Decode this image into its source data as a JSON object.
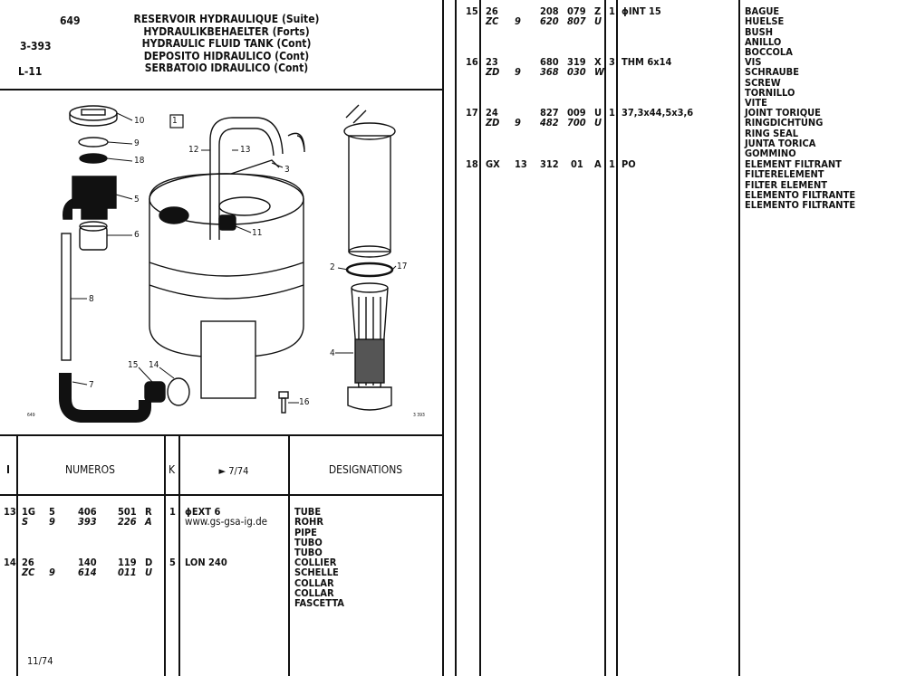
{
  "header": {
    "page_number": "649",
    "ref_code": "3-393",
    "group_code": "L-11",
    "titles": [
      "RESERVOIR HYDRAULIQUE (Suite)",
      "HYDRAULIKBEHAELTER (Forts)",
      "HYDRAULIC FLUID TANK (Cont)",
      "DEPOSITO HIDRAULICO (Cont)",
      "SERBATOIO IDRAULICO (Cont)"
    ]
  },
  "diagram": {
    "box_label": "1",
    "corner_left": "649",
    "corner_right": "3 393",
    "callouts": [
      "10",
      "9",
      "18",
      "5",
      "6",
      "8",
      "7",
      "15",
      "14",
      "16",
      "11",
      "12",
      "13",
      "3",
      "2",
      "17",
      "4"
    ]
  },
  "table_header": {
    "col_i": "I",
    "col_numeros": "NUMEROS",
    "col_k": "K",
    "col_date": "► 7/74",
    "col_designations": "DESIGNATIONS"
  },
  "left_rows": [
    {
      "item": "13",
      "num1": [
        "1G",
        "5",
        "406",
        "501",
        "R"
      ],
      "num2": [
        "S",
        "9",
        "393",
        "226",
        "A"
      ],
      "qty": "1",
      "spec": "ϕEXT 6",
      "extra": "www.gs-gsa-ig.de",
      "desc": [
        "TUBE",
        "ROHR",
        "PIPE",
        "TUBO",
        "TUBO"
      ]
    },
    {
      "item": "14",
      "num1": [
        "26",
        "",
        "140",
        "119",
        "D"
      ],
      "num2": [
        "ZC",
        "9",
        "614",
        "011",
        "U"
      ],
      "qty": "5",
      "spec": "LON 240",
      "extra": "",
      "desc": [
        "COLLIER",
        "SCHELLE",
        "COLLAR",
        "COLLAR",
        "FASCETTA"
      ]
    }
  ],
  "right_rows": [
    {
      "item": "15",
      "num1": [
        "26",
        "",
        "208",
        "079",
        "Z"
      ],
      "num2": [
        "ZC",
        "9",
        "620",
        "807",
        "U"
      ],
      "qty": "1",
      "spec": "ϕINT 15",
      "desc": [
        "BAGUE",
        "HUELSE",
        "BUSH",
        "ANILLO",
        "BOCCOLA"
      ]
    },
    {
      "item": "16",
      "num1": [
        "23",
        "",
        "680",
        "319",
        "X"
      ],
      "num2": [
        "ZD",
        "9",
        "368",
        "030",
        "W"
      ],
      "qty": "3",
      "spec": "THM 6x14",
      "desc": [
        "VIS",
        "SCHRAUBE",
        "SCREW",
        "TORNILLO",
        "VITE"
      ]
    },
    {
      "item": "17",
      "num1": [
        "24",
        "",
        "827",
        "009",
        "U"
      ],
      "num2": [
        "ZD",
        "9",
        "482",
        "700",
        "U"
      ],
      "qty": "1",
      "spec": "37,3x44,5x3,6",
      "desc": [
        "JOINT TORIQUE",
        "RINGDICHTUNG",
        "RING SEAL",
        "JUNTA TORICA",
        "GOMMINO"
      ]
    },
    {
      "item": "18",
      "num1": [
        "GX",
        "13",
        "312",
        "01",
        "A"
      ],
      "num2": [
        "",
        "",
        "",
        "",
        ""
      ],
      "qty": "1",
      "spec": "PO",
      "desc": [
        "ELEMENT FILTRANT",
        "FILTERELEMENT",
        "FILTER ELEMENT",
        "ELEMENTO FILTRANTE",
        "ELEMENTO FILTRANTE"
      ]
    }
  ],
  "footer": {
    "date_code": "11/74"
  }
}
